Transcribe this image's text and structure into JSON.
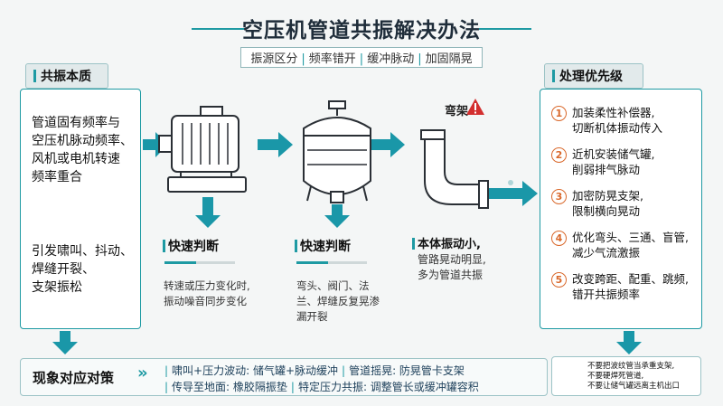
{
  "header": {
    "title": "空压机管道共振解决办法",
    "subtitle_items": [
      "振源区分",
      "频率错开",
      "缓冲脉动",
      "加固隔晃"
    ],
    "subtitle_sep": "|"
  },
  "left_panel": {
    "heading": "共振本质",
    "cause_lines": [
      "管道固有频率与",
      "空压机脉动频率、",
      "风机或电机转速",
      "频率重合"
    ],
    "effect_lines": [
      "引发啸叫、抖动、",
      "焊缝开裂、",
      "支架振松"
    ]
  },
  "flow": {
    "bend_label": "弯架",
    "motor": {
      "judge": "快速判断",
      "progress": 0.45,
      "desc_lines": [
        "转速或压力变化时,",
        "振动噪音同步变化"
      ]
    },
    "tank": {
      "judge": "快速判断",
      "progress": 0.45,
      "desc_lines": [
        "弯头、阀门、法",
        "兰、焊缝反复晃渗",
        "漏开裂"
      ]
    },
    "pipe": {
      "desc_lines": [
        "本体振动小,",
        "管路晃动明显,",
        "多为管道共振"
      ]
    }
  },
  "right_panel": {
    "heading": "处理优先级",
    "items": [
      {
        "num": "1",
        "lines": [
          "加装柔性补偿器,",
          "切断机体振动传入"
        ]
      },
      {
        "num": "2",
        "lines": [
          "近机安装储气罐,",
          "削弱排气脉动"
        ]
      },
      {
        "num": "3",
        "lines": [
          "加密防晃支架,",
          "限制横向晃动"
        ]
      },
      {
        "num": "4",
        "lines": [
          "优化弯头、三通、盲管,",
          "减少气流激振"
        ]
      },
      {
        "num": "5",
        "lines": [
          "改变跨距、配重、跳频,",
          "错开共振频率"
        ]
      }
    ]
  },
  "bottom": {
    "heading": "现象对应对策",
    "row1": [
      "啸叫+压力波动: 储气罐+脉动缓冲",
      "管道摇晃: 防晃管卡支架"
    ],
    "row2": [
      "传导至地面: 橡胶隔振垫",
      "特定压力共振: 调整管长或缓冲罐容积"
    ],
    "sep": "|",
    "warning_lines": [
      "不要把波纹管当承重支架,",
      "不要硬焊死管道,",
      "不要让储气罐远离主机出口"
    ]
  },
  "colors": {
    "accent": "#1e9aa3",
    "arrow": "#1a97a8",
    "number": "#d9682b",
    "warning": "#d32f2f"
  }
}
